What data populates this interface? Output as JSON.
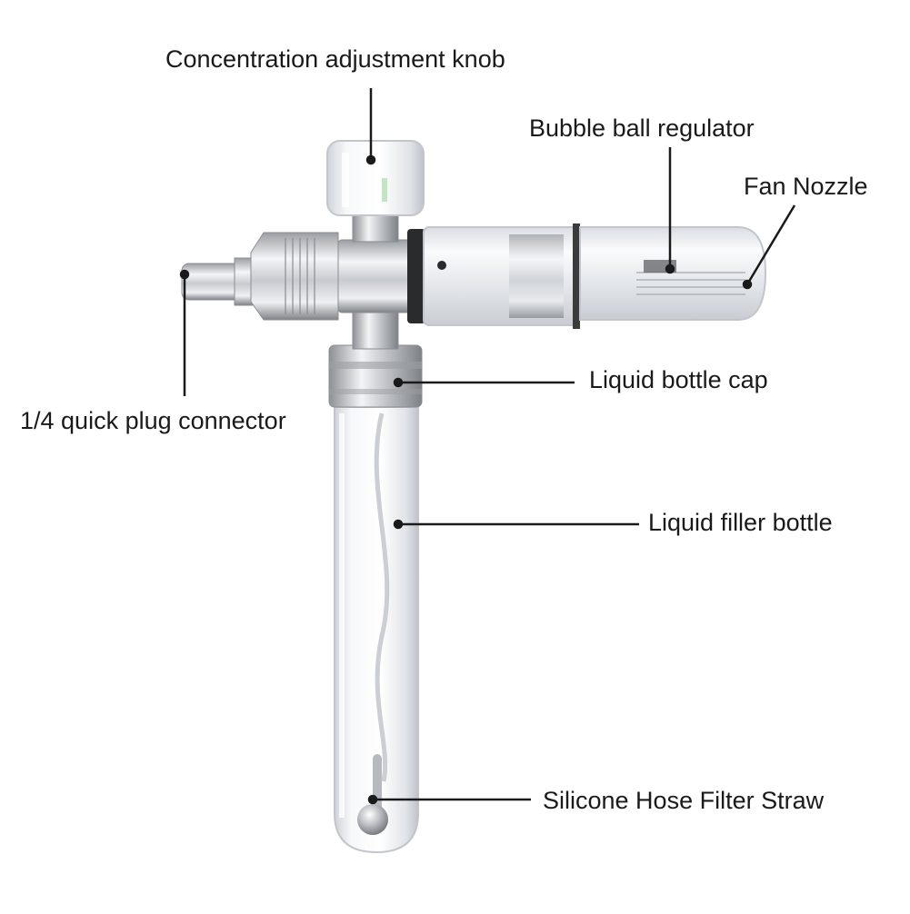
{
  "labels": {
    "knob": "Concentration adjustment knob",
    "bubble": "Bubble ball regulator",
    "fan": "Fan Nozzle",
    "cap": "Liquid bottle cap",
    "connector": "1/4 quick plug connector",
    "bottle": "Liquid filler bottle",
    "straw": "Silicone Hose Filter Straw"
  },
  "colors": {
    "line": "#1a1a1a",
    "metal_dark": "#8a8d92",
    "metal_light": "#f2f3f5",
    "clear_plastic": "#e9ecef"
  }
}
